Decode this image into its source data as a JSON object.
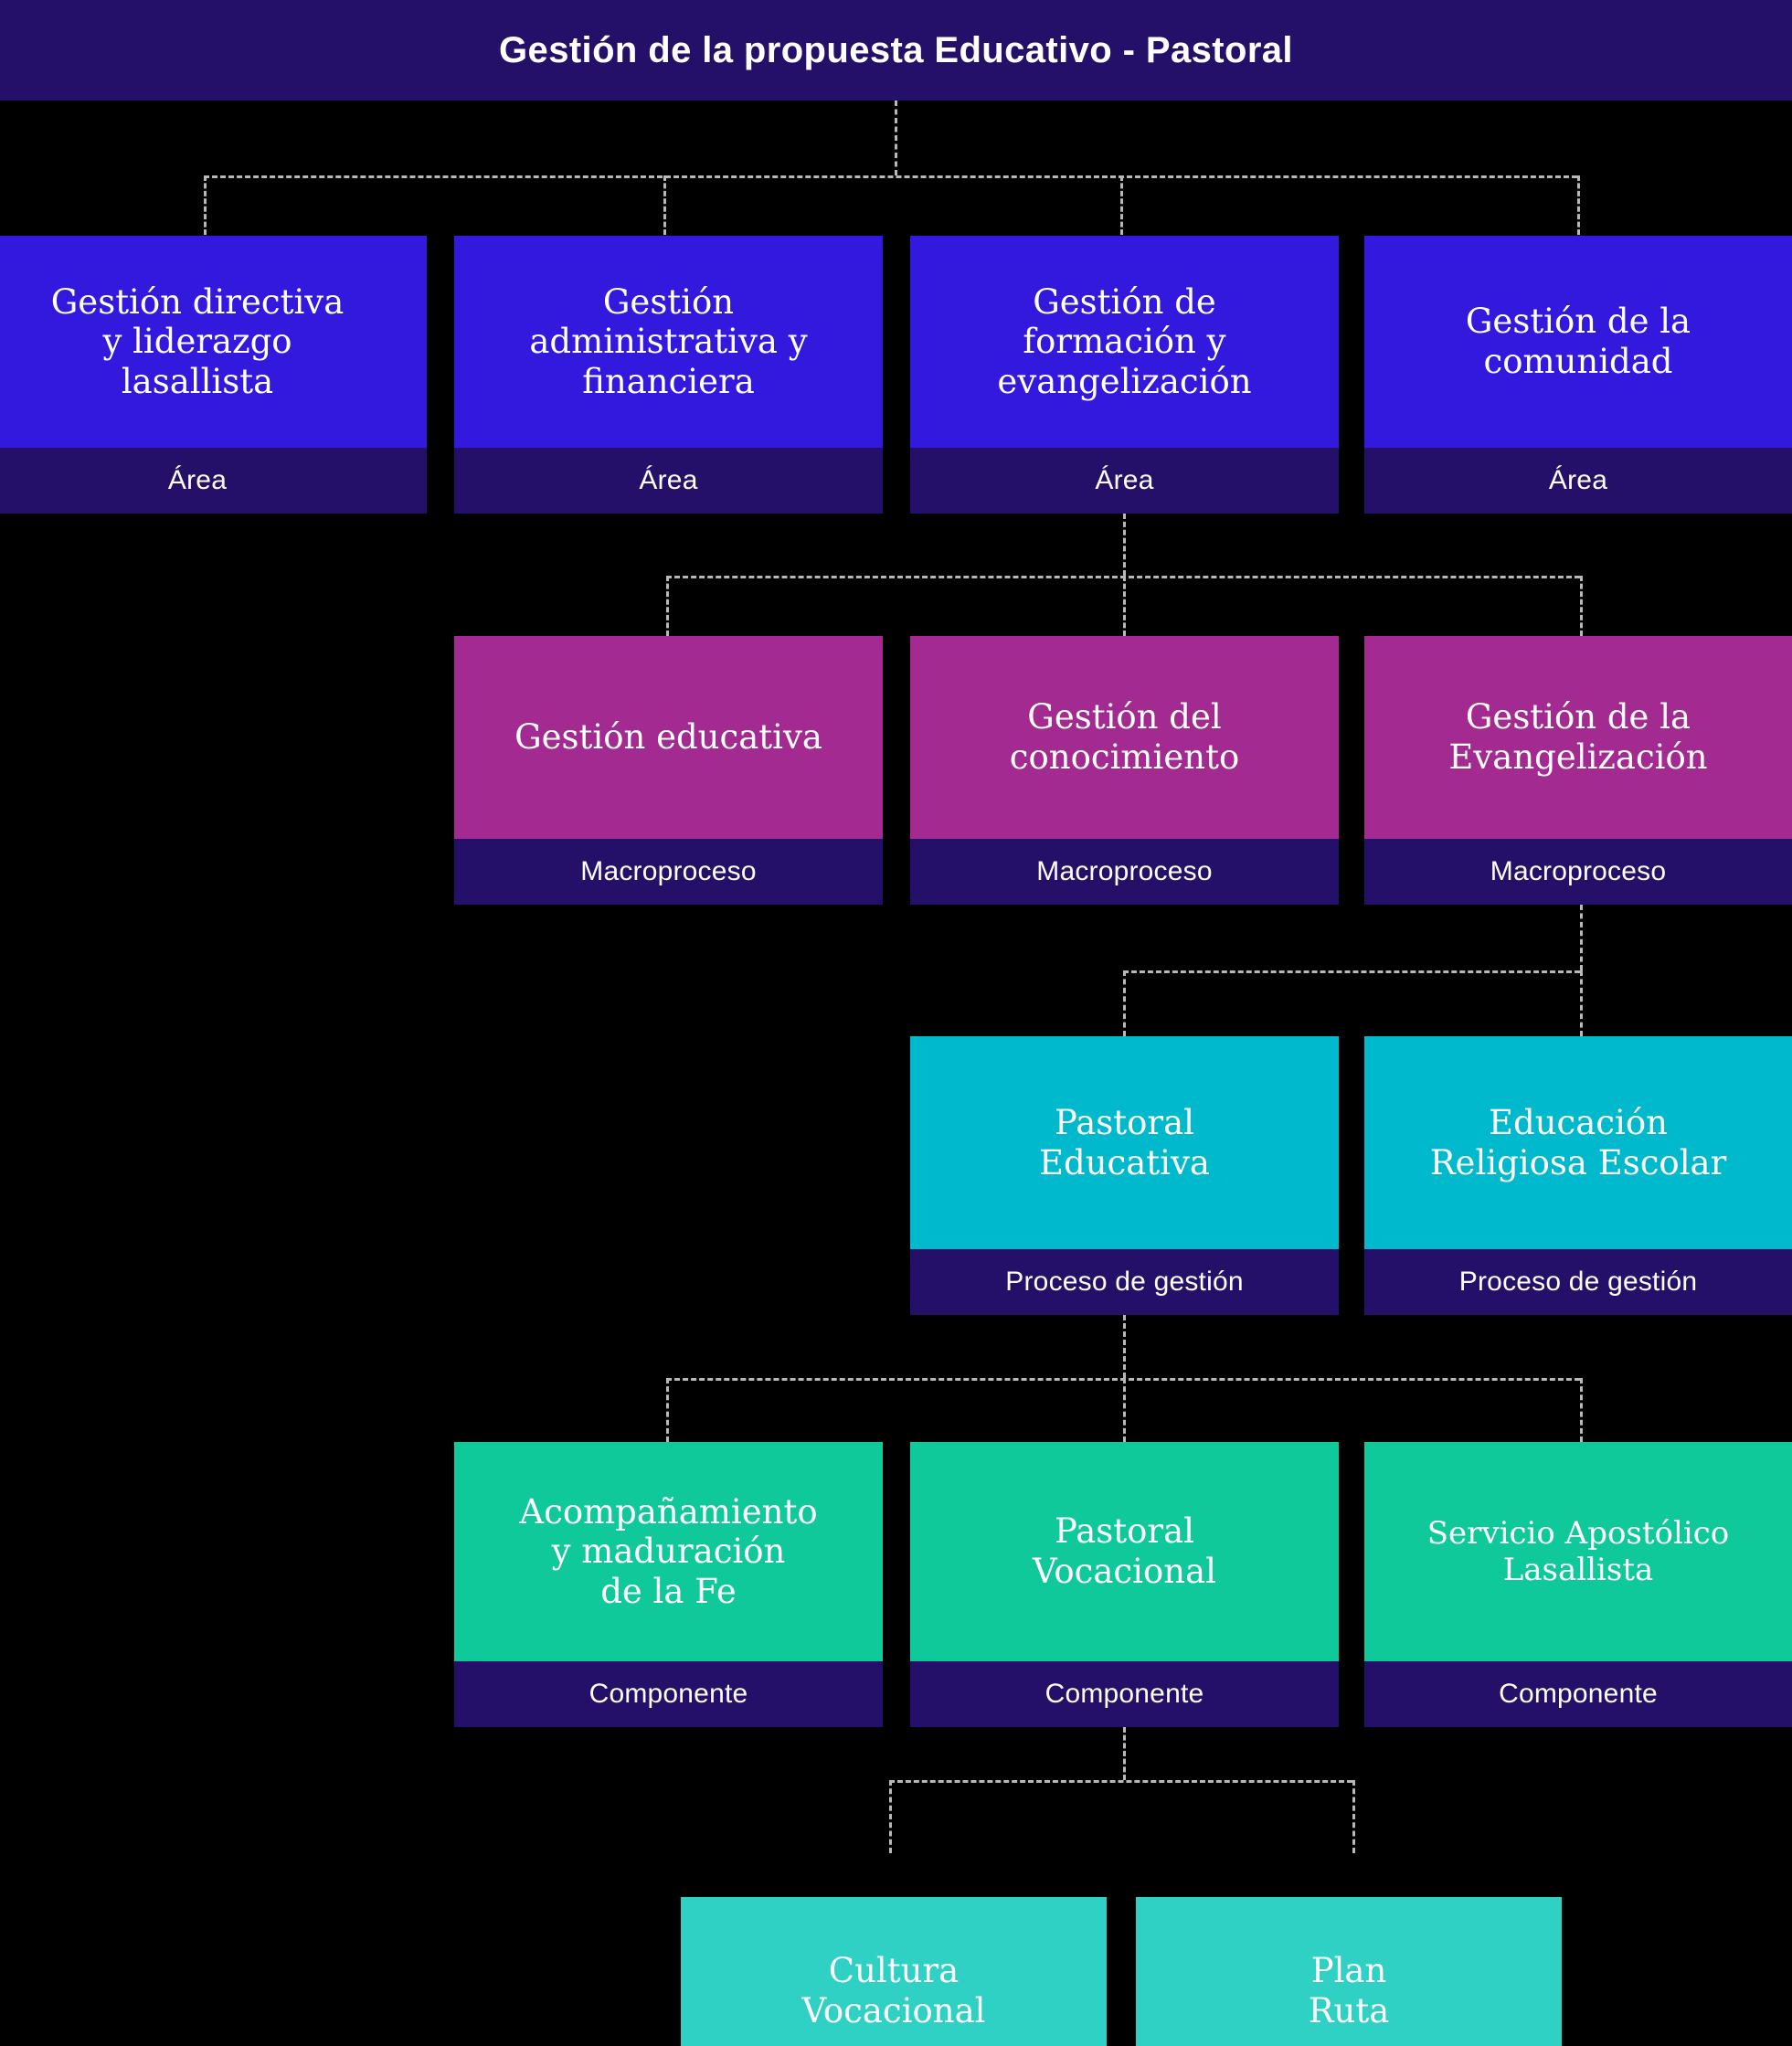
{
  "header": {
    "title": "Gestión de la propuesta Educativo - Pastoral",
    "background": "#241068",
    "text_color": "#ffffff"
  },
  "palette": {
    "background": "#000000",
    "footer": "#241068",
    "level_area": "#3319dd",
    "level_macroproceso": "#a22a90",
    "level_proceso": "#00b9cc",
    "level_componente": "#10c99b",
    "level_leaf": "#2fd1c5",
    "connector": "#b8b8b8"
  },
  "levels": [
    {
      "id": "area",
      "label": "Área",
      "color": "#3319dd",
      "nodes": [
        {
          "title": "Gestión directiva\ny liderazgo\nlasallista",
          "label": "Área"
        },
        {
          "title": "Gestión\nadministrativa y\nfinanciera",
          "label": "Área"
        },
        {
          "title": "Gestión de\nformación y\nevangelización",
          "label": "Área"
        },
        {
          "title": "Gestión de la\ncomunidad",
          "label": "Área"
        }
      ]
    },
    {
      "id": "macroproceso",
      "label": "Macroproceso",
      "color": "#a22a90",
      "nodes": [
        {
          "title": "Gestión educativa",
          "label": "Macroproceso"
        },
        {
          "title": "Gestión del\nconocimiento",
          "label": "Macroproceso"
        },
        {
          "title": "Gestión de la\nEvangelización",
          "label": "Macroproceso"
        }
      ]
    },
    {
      "id": "proceso",
      "label": "Proceso de gestión",
      "color": "#00b9cc",
      "nodes": [
        {
          "title": "Pastoral\nEducativa",
          "label": "Proceso de gestión"
        },
        {
          "title": "Educación\nReligiosa Escolar",
          "label": "Proceso de gestión"
        }
      ]
    },
    {
      "id": "componente",
      "label": "Componente",
      "color": "#10c99b",
      "nodes": [
        {
          "title": "Acompañamiento\ny maduración\nde la Fe",
          "label": "Componente"
        },
        {
          "title": "Pastoral\nVocacional",
          "label": "Componente"
        },
        {
          "title": "Servicio Apostólico\nLasallista",
          "label": "Componente"
        }
      ]
    },
    {
      "id": "leaf",
      "label": "",
      "color": "#2fd1c5",
      "nodes": [
        {
          "title": "Cultura\nVocacional",
          "label": ""
        },
        {
          "title": "Plan\nRuta",
          "label": ""
        }
      ]
    }
  ],
  "nodes": {
    "area_1": {
      "title": "Gestión directiva\ny liderazgo\nlasallista",
      "label": "Área"
    },
    "area_2": {
      "title": "Gestión\nadministrativa y\nfinanciera",
      "label": "Área"
    },
    "area_3": {
      "title": "Gestión de\nformación y\nevangelización",
      "label": "Área"
    },
    "area_4": {
      "title": "Gestión de la\ncomunidad",
      "label": "Área"
    },
    "macro_1": {
      "title": "Gestión educativa",
      "label": "Macroproceso"
    },
    "macro_2": {
      "title": "Gestión del\nconocimiento",
      "label": "Macroproceso"
    },
    "macro_3": {
      "title": "Gestión de la\nEvangelización",
      "label": "Macroproceso"
    },
    "proc_1": {
      "title": "Pastoral\nEducativa",
      "label": "Proceso de gestión"
    },
    "proc_2": {
      "title": "Educación\nReligiosa Escolar",
      "label": "Proceso de gestión"
    },
    "comp_1": {
      "title": "Acompañamiento\ny maduración\nde la Fe",
      "label": "Componente"
    },
    "comp_2": {
      "title": "Pastoral\nVocacional",
      "label": "Componente"
    },
    "comp_3": {
      "title": "Servicio Apostólico\nLasallista",
      "label": "Componente"
    },
    "leaf_1": {
      "title": "Cultura\nVocacional"
    },
    "leaf_2": {
      "title": "Plan\nRuta"
    }
  }
}
